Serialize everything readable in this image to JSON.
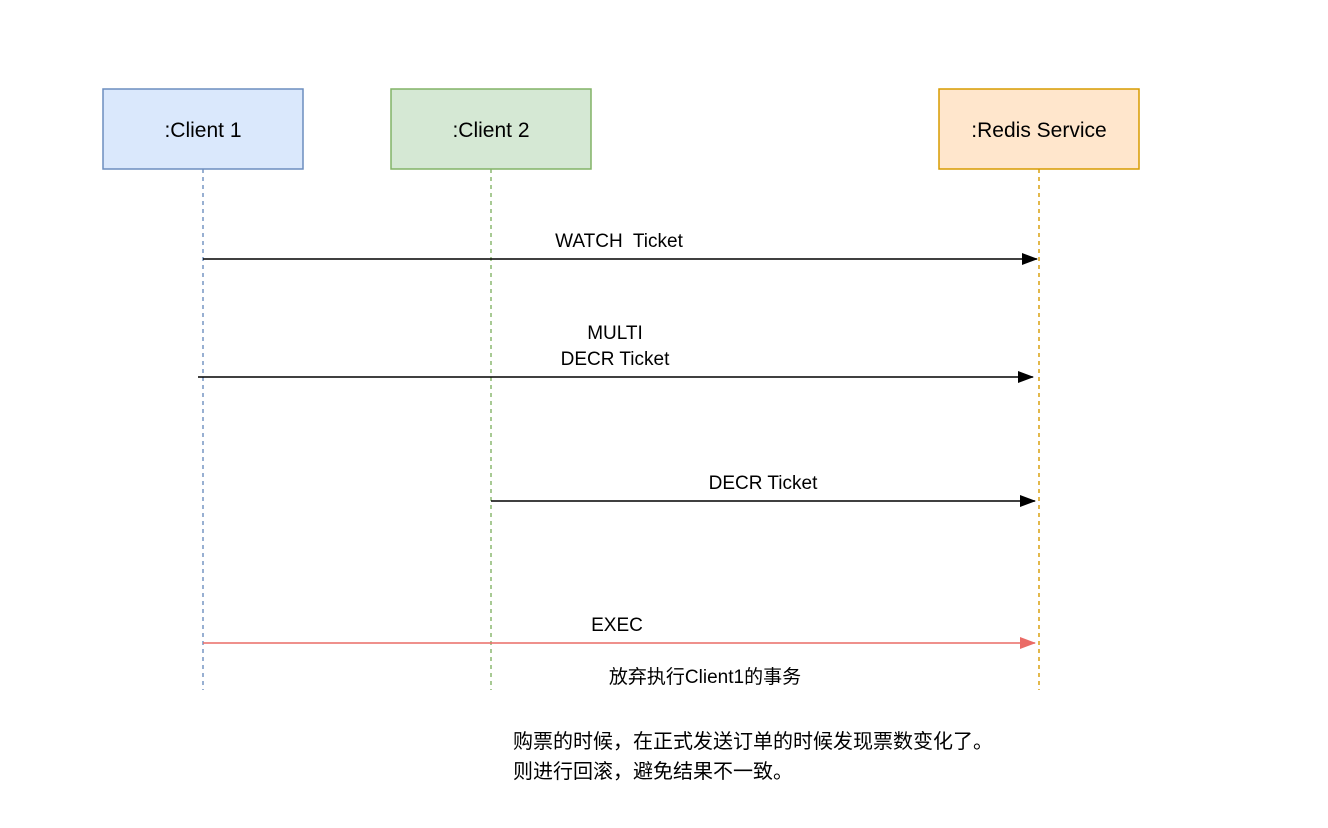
{
  "participants": [
    {
      "id": "client1",
      "label": ":Client 1",
      "fill": "#dae8fc",
      "stroke": "#6c8ebf"
    },
    {
      "id": "client2",
      "label": ":Client 2",
      "fill": "#d5e8d4",
      "stroke": "#82b366"
    },
    {
      "id": "redis",
      "label": ":Redis Service",
      "fill": "#ffe6cc",
      "stroke": "#d79b00"
    }
  ],
  "messages": [
    {
      "id": "watch",
      "from": "client1",
      "to": "redis",
      "lines": [
        "WATCH  Ticket"
      ],
      "color": "#000000"
    },
    {
      "id": "multi",
      "from": "client1",
      "to": "redis",
      "lines": [
        "MULTI",
        "DECR Ticket"
      ],
      "color": "#000000"
    },
    {
      "id": "decr",
      "from": "client2",
      "to": "redis",
      "lines": [
        "DECR Ticket"
      ],
      "color": "#000000"
    },
    {
      "id": "exec",
      "from": "client1",
      "to": "redis",
      "lines": [
        "EXEC"
      ],
      "color": "#ea6b66",
      "note": "放弃执行Client1的事务"
    }
  ],
  "note": {
    "lines": [
      "购票的时候，在正式发送订单的时候发现票数变化了。",
      "则进行回滚，避免结果不一致。"
    ]
  }
}
